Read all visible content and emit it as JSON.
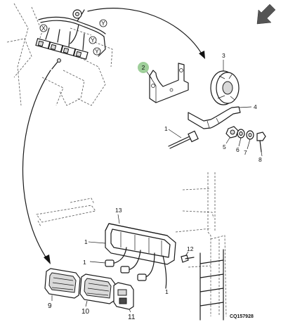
{
  "diagram": {
    "drawing_code": "CQ157928",
    "highlight_color": "#9fcf9a",
    "direction_arrow_icon": "arrow-down-left",
    "callouts": [
      {
        "id": "c1",
        "label": "1"
      },
      {
        "id": "c2",
        "label": "2"
      },
      {
        "id": "c3",
        "label": "3"
      },
      {
        "id": "c4",
        "label": "4"
      },
      {
        "id": "c5",
        "label": "5"
      },
      {
        "id": "c6",
        "label": "6"
      },
      {
        "id": "c7",
        "label": "7"
      },
      {
        "id": "c8",
        "label": "8"
      },
      {
        "id": "c1b",
        "label": "1"
      },
      {
        "id": "c9",
        "label": "9"
      },
      {
        "id": "c10",
        "label": "10"
      },
      {
        "id": "c11",
        "label": "11"
      },
      {
        "id": "c12",
        "label": "12"
      },
      {
        "id": "c13",
        "label": "13"
      },
      {
        "id": "c1c",
        "label": "1"
      },
      {
        "id": "c1d",
        "label": "1"
      }
    ],
    "connector_letters": [
      {
        "id": "x",
        "label": "X"
      },
      {
        "id": "y",
        "label": "Y"
      },
      {
        "id": "y2",
        "label": "Y"
      },
      {
        "id": "y3",
        "label": "Y"
      }
    ]
  }
}
